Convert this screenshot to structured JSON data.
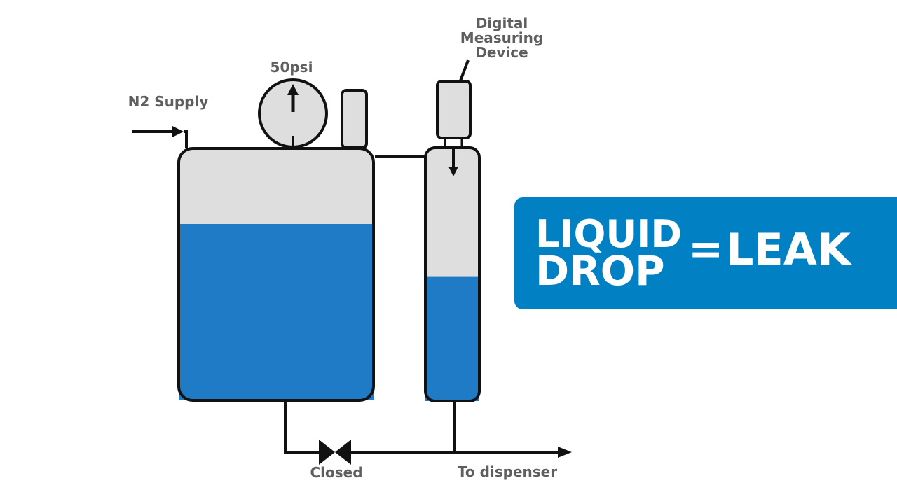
{
  "labels": {
    "n2_supply": "N2 Supply",
    "pressure": "50psi",
    "device_line1": "Digital",
    "device_line2": "Measuring",
    "device_line3": "Device",
    "valve_state": "Closed",
    "outlet": "To dispenser"
  },
  "banner": {
    "word1": "LIQUID",
    "word2": "DROP",
    "equals": "=",
    "word3": "LEAK"
  },
  "levels": {
    "main_tank_liquid_fraction": 0.7,
    "sight_tube_liquid_fraction": 0.49
  },
  "colors": {
    "liquid": "#1f7bc6",
    "headspace": "#dedede",
    "outline": "#111111",
    "label_text": "#5e5e5e",
    "banner_bg": "#0180c4",
    "banner_text": "#ffffff"
  },
  "icons": {
    "gauge": "pressure-gauge-icon",
    "arrow": "arrow-icon",
    "valve": "bowtie-valve-icon"
  }
}
